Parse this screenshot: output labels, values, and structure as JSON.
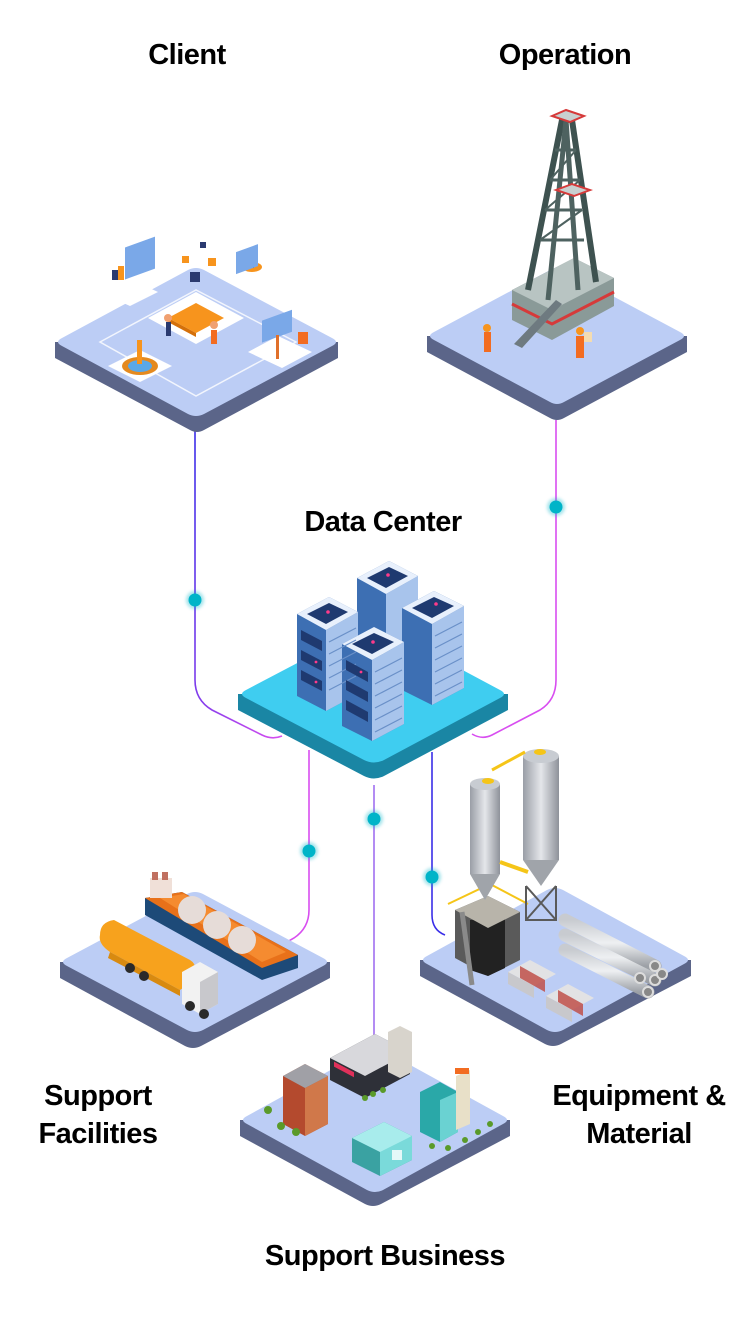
{
  "diagram": {
    "title": "Data Center network",
    "nodes": {
      "client": {
        "label": "Client",
        "icon": "team-workspace-icon"
      },
      "operation": {
        "label": "Operation",
        "icon": "oil-rig-icon"
      },
      "data_center": {
        "label": "Data Center",
        "icon": "server-racks-icon"
      },
      "support_facilities": {
        "label_line1": "Support",
        "label_line2": "Facilities",
        "icon": "tanker-ship-truck-icon"
      },
      "equipment_material": {
        "label_line1": "Equipment &",
        "label_line2": "Material",
        "icon": "silo-pipes-icon"
      },
      "support_business": {
        "label": "Support Business",
        "icon": "city-buildings-icon"
      }
    },
    "connections": [
      {
        "from": "data_center",
        "to": "client"
      },
      {
        "from": "data_center",
        "to": "operation"
      },
      {
        "from": "data_center",
        "to": "support_facilities"
      },
      {
        "from": "data_center",
        "to": "support_business"
      },
      {
        "from": "data_center",
        "to": "equipment_material"
      }
    ],
    "colors": {
      "tile_top": "#bccdf5",
      "tile_side": "#5b6589",
      "hub_top": "#3fcdf0",
      "hub_side": "#1a86a4",
      "node_dot": "#00b4c8",
      "line_blue": "#3a2ee8",
      "line_magenta": "#d84ef0"
    }
  }
}
